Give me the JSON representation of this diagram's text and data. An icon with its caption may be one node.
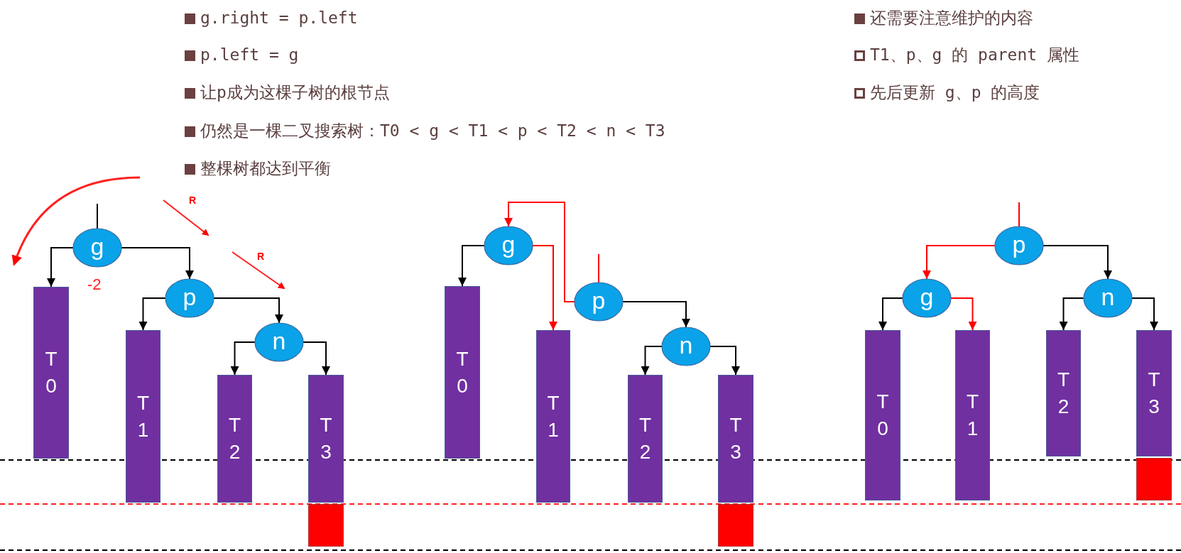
{
  "diagram": {
    "nodes": [
      {
        "text": [
          "g"
        ],
        "beside": [
          "-2"
        ]
      },
      {
        "text": [
          "T0"
        ]
      },
      {
        "text": [
          "p"
        ]
      },
      {
        "text": [
          "T1"
        ]
      },
      {
        "text": [
          "n"
        ]
      },
      {
        "text": [
          "T2"
        ]
      },
      {
        "text": [
          "T3"
        ]
      },
      {
        "text": [],
        "shape": "box"
      },
      {
        "text": [
          "g"
        ]
      },
      {
        "text": [
          "T0"
        ]
      },
      {
        "text": [
          "T1"
        ]
      },
      {
        "text": [
          "p"
        ]
      },
      {
        "text": [
          "n"
        ]
      },
      {
        "text": [
          "T2"
        ]
      },
      {
        "text": [
          "T3"
        ]
      },
      {
        "text": [],
        "shape": "box"
      },
      {
        "text": [
          "p"
        ]
      },
      {
        "text": [
          "g"
        ]
      },
      {
        "text": [
          "n"
        ]
      },
      {
        "text": [
          "T0"
        ]
      },
      {
        "text": [
          "T1"
        ]
      },
      {
        "text": [
          "T2"
        ]
      },
      {
        "text": [
          "T3"
        ]
      },
      {
        "text": [],
        "shape": "box"
      }
    ],
    "edges": [
      {
        "from": null,
        "to": 0,
        "arrow": "none"
      },
      {
        "from": 0,
        "to": 1,
        "arrow": "to"
      },
      {
        "from": 0,
        "to": 2,
        "arrow": "to"
      },
      {
        "from": 2,
        "to": 3,
        "arrow": "to"
      },
      {
        "from": 2,
        "to": 4,
        "arrow": "to"
      },
      {
        "from": 4,
        "to": 5,
        "arrow": "to"
      },
      {
        "from": 4,
        "to": 6,
        "arrow": "to"
      },
      {
        "from": null,
        "to": 11,
        "arrow": "none",
        "color": "#ff0000"
      },
      {
        "from": 8,
        "to": 9,
        "arrow": "to"
      },
      {
        "from": 11,
        "to": 8,
        "arrow": "to",
        "color": "#ff0000"
      },
      {
        "from": 8,
        "to": 10,
        "arrow": "to",
        "color": "#ff0000"
      },
      {
        "from": 11,
        "to": 12,
        "arrow": "to"
      },
      {
        "from": 12,
        "to": 13,
        "arrow": "to"
      },
      {
        "from": 12,
        "to": 14,
        "arrow": "to"
      },
      {
        "from": null,
        "to": 16,
        "arrow": "none",
        "color": "#ff0000"
      },
      {
        "from": 16,
        "to": 17,
        "arrow": "to",
        "color": "#ff0000"
      },
      {
        "from": 16,
        "to": 18,
        "arrow": "to"
      },
      {
        "from": 17,
        "to": 19,
        "arrow": "to"
      },
      {
        "from": 17,
        "to": 20,
        "arrow": "to",
        "color": "#ff0000"
      },
      {
        "from": 18,
        "to": 21,
        "arrow": "to"
      },
      {
        "from": 18,
        "to": 22,
        "arrow": "to"
      }
    ],
    "labels": [
      "g.right = p.left",
      "p.left = g",
      "让p成为这棵子树的根节点",
      "仍然是一棵二叉搜索树：T0 < g < T1 < p < T2 < n < T3",
      "整棵树都达到平衡",
      "还需要注意维护的内容",
      "T1、p、g 的 parent 属性",
      "先后更新 g、p 的高度",
      "R",
      "R"
    ]
  }
}
